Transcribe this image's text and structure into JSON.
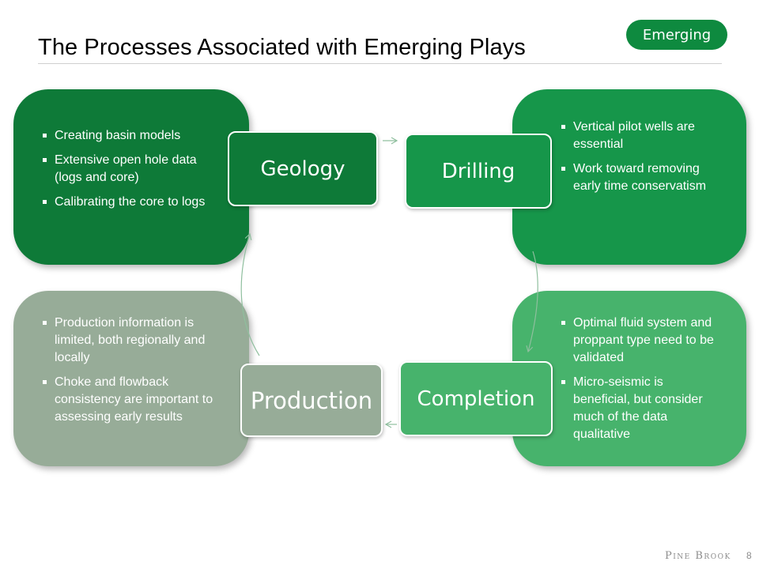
{
  "slide": {
    "title": "The Processes Associated with Emerging Plays",
    "badge": "Emerging",
    "page_number": "8",
    "brand": "Pine Brook"
  },
  "nodes": {
    "geology": "Geology",
    "drilling": "Drilling",
    "completion": "Completion",
    "production": "Production"
  },
  "cards": {
    "geology": {
      "bullets": [
        "Creating basin models",
        "Extensive open hole data (logs and core)",
        "Calibrating the core to logs"
      ]
    },
    "drilling": {
      "bullets": [
        "Vertical pilot wells are essential",
        "Work toward removing early time conservatism"
      ]
    },
    "completion": {
      "bullets": [
        "Optimal fluid system and proppant type need to be validated",
        "Micro-seismic is beneficial, but consider much of the data qualitative"
      ]
    },
    "production": {
      "bullets": [
        "Production information is limited, both regionally and locally",
        "Choke and flowback consistency are important to assessing early results"
      ]
    }
  },
  "colors": {
    "geology": "#0e7a38",
    "drilling": "#16964a",
    "completion": "#47b36c",
    "production": "#97ac98",
    "badge": "#0e8a3f"
  }
}
